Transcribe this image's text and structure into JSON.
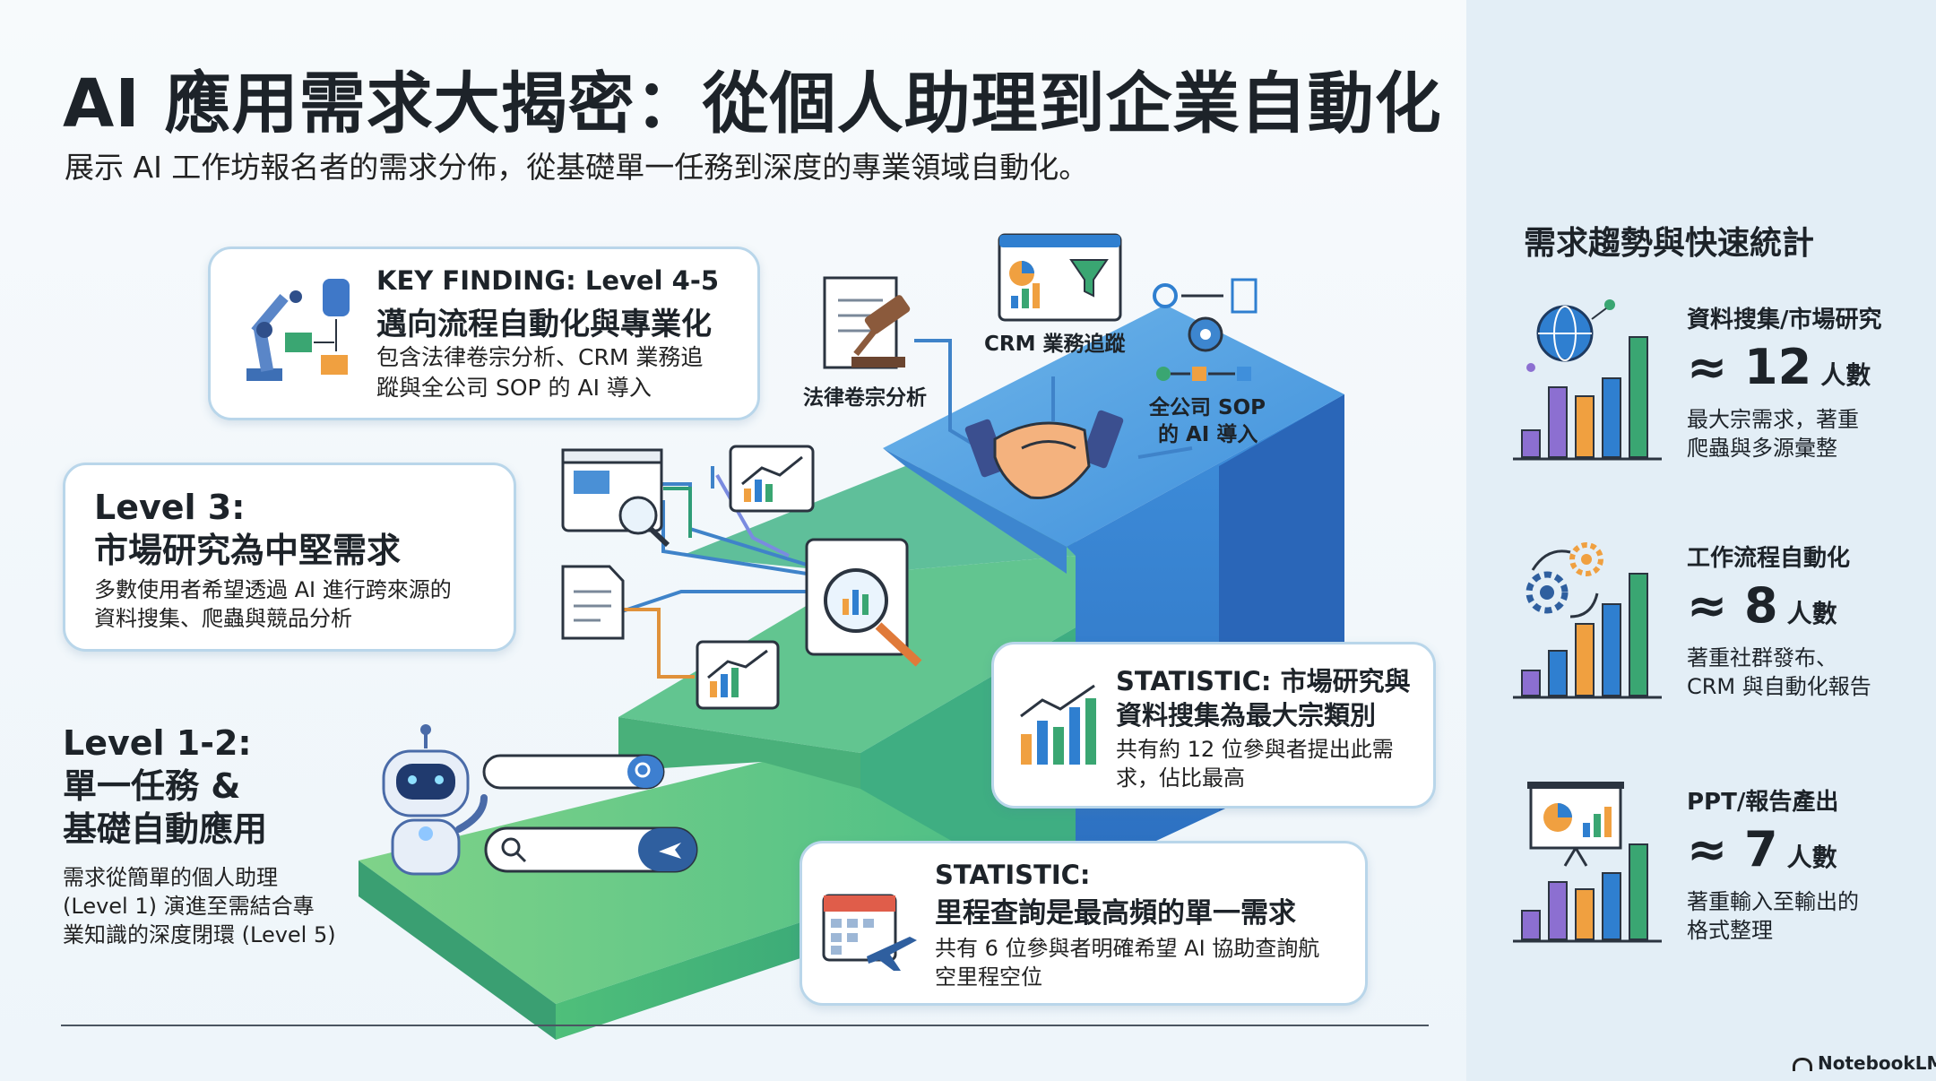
{
  "header": {
    "title": "AI 應用需求大揭密：從個人助理到企業自動化",
    "subtitle": "展示 AI 工作坊報名者的需求分佈，從基礎單一任務到深度的專業領域自動化。"
  },
  "key_finding": {
    "title": "KEY FINDING: Level 4-5",
    "headline": "邁向流程自動化與專業化",
    "body_line1": "包含法律卷宗分析、CRM 業務追",
    "body_line2": "蹤與全公司 SOP 的 AI 導入"
  },
  "level3": {
    "head_line1": "Level 3:",
    "head_line2": "市場研究為中堅需求",
    "body_line1": "多數使用者希望透過 AI 進行跨來源的",
    "body_line2": "資料搜集、爬蟲與競品分析"
  },
  "level12": {
    "head_line1": "Level 1-2:",
    "head_line2": "單一任務 &",
    "head_line3": "基礎自動應用",
    "body_line1": "需求從簡單的個人助理",
    "body_line2": "(Level 1) 演進至需結合專",
    "body_line3": "業知識的深度閉環 (Level 5)"
  },
  "stat_market": {
    "title_line1": "STATISTIC: 市場研究與",
    "title_line2": "資料搜集為最大宗類別",
    "body_line1": "共有約 12 位參與者提出此需",
    "body_line2": "求，佔比最高"
  },
  "stat_mileage": {
    "title_line1": "STATISTIC:",
    "title_line2": "里程查詢是最高頻的單一需求",
    "body_line1": "共有 6 位參與者明確希望 AI 協助查詢航",
    "body_line2": "空里程空位"
  },
  "diagram_labels": {
    "legal": "法律卷宗分析",
    "crm": "CRM 業務追蹤",
    "sop_line1": "全公司 SOP",
    "sop_line2": "的 AI 導入"
  },
  "sidebar": {
    "title": "需求趨勢與快速統計",
    "stats": [
      {
        "label": "資料搜集/市場研究",
        "value": "≈ 12",
        "unit": "人數",
        "note_line1": "最大宗需求，著重",
        "note_line2": "爬蟲與多源彙整"
      },
      {
        "label": "工作流程自動化",
        "value": "≈ 8",
        "unit": "人數",
        "note_line1": "著重社群發布、",
        "note_line2": "CRM 與自動化報告"
      },
      {
        "label": "PPT/報告產出",
        "value": "≈ 7",
        "unit": "人數",
        "note_line1": "著重輸入至輸出的",
        "note_line2": "格式整理"
      }
    ]
  },
  "footer": {
    "brand": "NotebookLM"
  },
  "colors": {
    "purple": "#8c6fd1",
    "orange": "#f0a040",
    "blue": "#2f7fd0",
    "green": "#3aa672",
    "stair_green": "#5cc27f",
    "stair_blue": "#3f8fdb",
    "card_border": "#b9d6ea"
  }
}
